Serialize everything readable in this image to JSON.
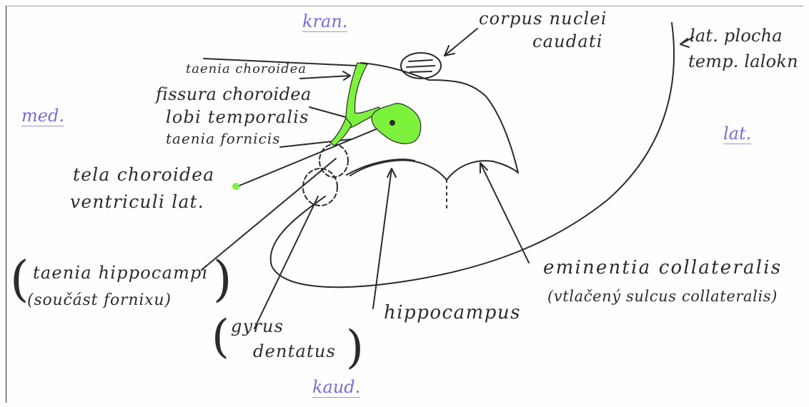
{
  "orientation": {
    "top": "kran.",
    "left": "med.",
    "right": "lat.",
    "bottom": "kaud."
  },
  "labels": {
    "corpus_nuclei": "corpus nuclei",
    "caudati": "caudati",
    "lat_plocha": "lat. plocha",
    "temp_laloku": "temp. lalokn",
    "taenia_choroidea": "taenia choroidea",
    "fissura_1": "fissura choroidea",
    "fissura_2": "lobi temporalis",
    "taenia_fornicis": "taenia fornicis",
    "tela_1": "tela choroidea",
    "tela_2": "ventriculi lat.",
    "taenia_hippocampi_1": "taenia hippocampi",
    "taenia_hippocampi_2": "(součást fornixu)",
    "gyrus": "gyrus",
    "dentatus": "dentatus",
    "hippocampus": "hippocampus",
    "eminentia": "eminentia collateralis",
    "vtlaceny": "(vtlačený sulcus collateralis)"
  },
  "colors": {
    "ink": "#2b2b2b",
    "orientation_ink": "#7b6bd6",
    "highlight_green": "#7cf23c"
  }
}
